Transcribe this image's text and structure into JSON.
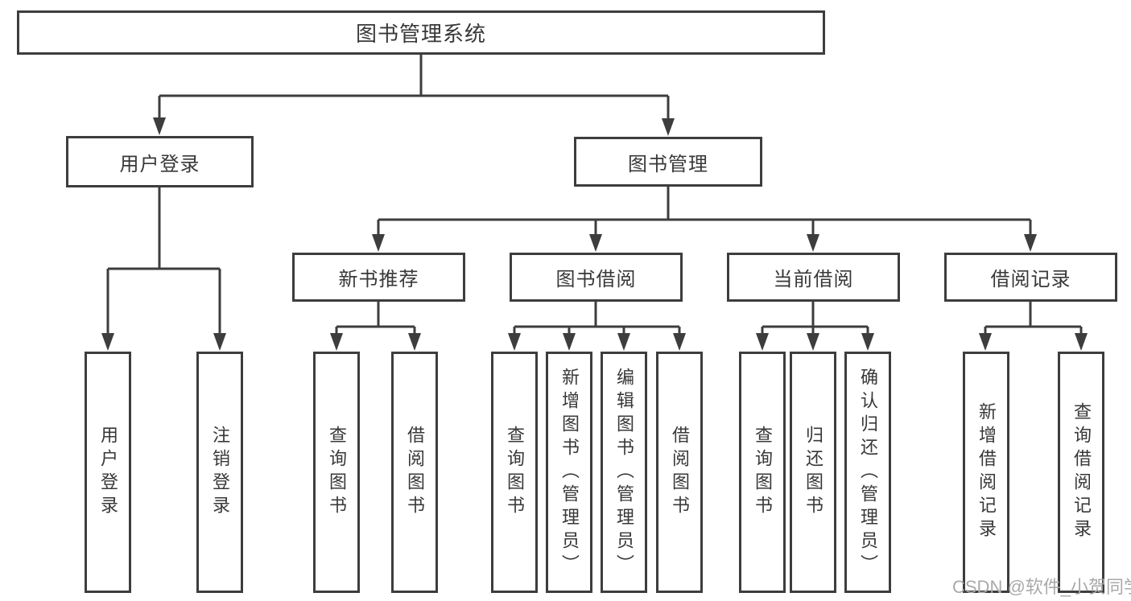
{
  "diagram": {
    "type": "hierarchy-tree",
    "nodes": {
      "root": "图书管理系统",
      "user_login": "用户登录",
      "book_management": "图书管理",
      "login": "用户登录",
      "logout": "注销登录",
      "new_book_rec": "新书推荐",
      "book_borrow": "图书借阅",
      "current_borrow": "当前借阅",
      "borrow_records": "借阅记录",
      "nb_query_books": "查询图书",
      "nb_borrow_books": "借阅图书",
      "bb_query_books": "查询图书",
      "bb_add_books": "新增图书（管理员）",
      "bb_edit_books": "编辑图书（管理员）",
      "bb_borrow_books": "借阅图书",
      "cb_query_books": "查询图书",
      "cb_return_books": "归还图书",
      "cb_confirm_return": "确认归还（管理员）",
      "br_add_record": "新增借阅记录",
      "br_query_record": "查询借阅记录"
    },
    "hierarchy": {
      "图书管理系统": {
        "用户登录": [
          "用户登录",
          "注销登录"
        ],
        "图书管理": {
          "新书推荐": [
            "查询图书",
            "借阅图书"
          ],
          "图书借阅": [
            "查询图书",
            "新增图书（管理员）",
            "编辑图书（管理员）",
            "借阅图书"
          ],
          "当前借阅": [
            "查询图书",
            "归还图书",
            "确认归还（管理员）"
          ],
          "借阅记录": [
            "新增借阅记录",
            "查询借阅记录"
          ]
        }
      }
    },
    "colors": {
      "line": "#3d3d3d",
      "box_border": "#3d3d3d",
      "box_fill": "#ffffff",
      "text": "#383838",
      "watermark": "#a9a9a9",
      "background": "#ffffff"
    }
  },
  "watermark": {
    "text": "CSDN @软件_小贺同学"
  }
}
